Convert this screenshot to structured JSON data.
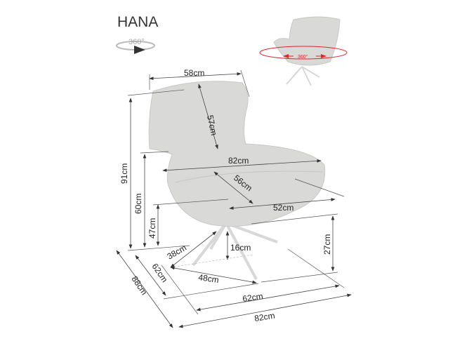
{
  "product_name": "HANA",
  "rotate_icon_label": "360°",
  "preview_rotation_label": "360°",
  "accent_color": "#e0262a",
  "dimensions": {
    "top_width": "58cm",
    "backrest_height": "57cm",
    "total_height": "91cm",
    "armrest_height": "60cm",
    "seat_height": "47cm",
    "total_width_upper": "82cm",
    "seat_depth": "56cm",
    "seat_width": "52cm",
    "base_height": "27cm",
    "leg_height": "16cm",
    "leg_span_short": "38cm",
    "leg_span_diagonal": "48cm",
    "base_depth": "62cm",
    "total_depth": "88cm",
    "base_width": "62cm",
    "total_width_lower": "82cm"
  }
}
